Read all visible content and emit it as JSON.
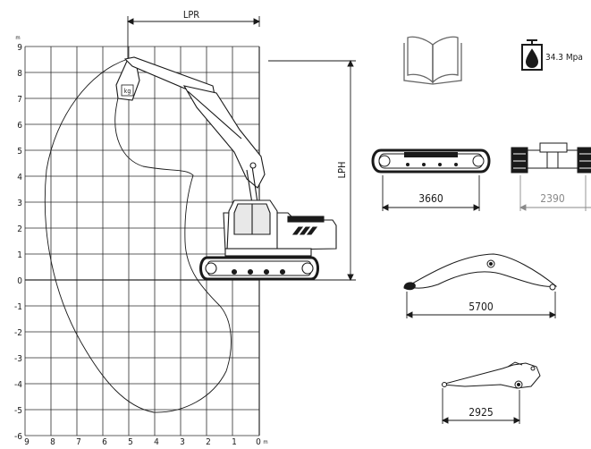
{
  "reach_chart": {
    "title": "",
    "y_ticks": [
      "9",
      "8",
      "7",
      "6",
      "5",
      "4",
      "3",
      "2",
      "1",
      "0",
      "-1",
      "-2",
      "-3",
      "-4",
      "-5",
      "-6"
    ],
    "x_ticks": [
      "9",
      "8",
      "7",
      "6",
      "5",
      "4",
      "3",
      "2",
      "1",
      "0"
    ],
    "y_unit": "m",
    "x_unit": "m",
    "weight_label": "kg",
    "lpr_label": "LPR",
    "lph_label": "LPH"
  },
  "icons": {
    "manual": "open-book-icon",
    "pressure": "hydraulic-pressure-icon"
  },
  "pressure_value": "34.3 Mpa",
  "dimensions": {
    "undercarriage_length": "3660",
    "track_width": "2390",
    "boom_length": "5700",
    "arm_length": "2925"
  },
  "colors": {
    "line": "#1a1a1a",
    "grid": "#2a2a2a",
    "muted": "#8a8a8a"
  }
}
